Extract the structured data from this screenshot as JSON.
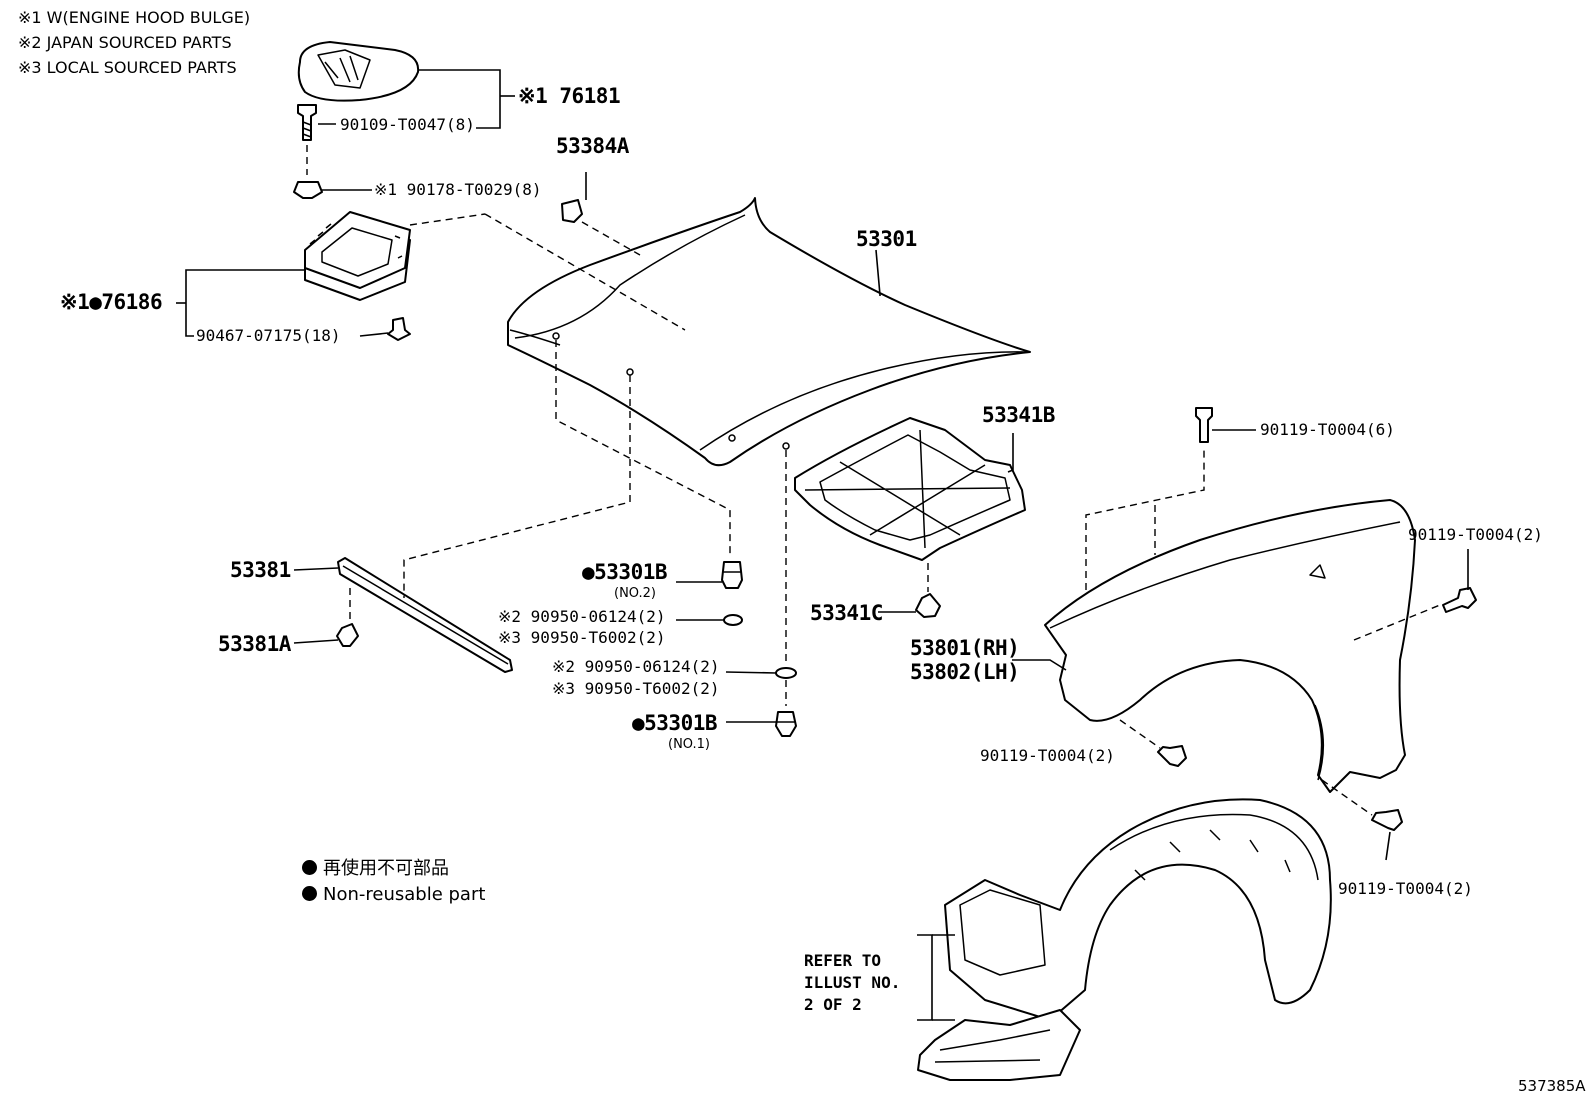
{
  "notes": [
    "※1 W(ENGINE HOOD BULGE)",
    "※2 JAPAN SOURCED PARTS",
    "※3 LOCAL SOURCED PARTS"
  ],
  "labels": {
    "p76181": "※1 76181",
    "p90109": "90109-T0047(8)",
    "p90178": "※1 90178-T0029(8)",
    "p53384A": "53384A",
    "p53301": "53301",
    "p76186": "※1●76186",
    "p90467": "90467-07175(18)",
    "p53341B": "53341B",
    "p90119_a": "90119-T0004(6)",
    "p90119_b": "90119-T0004(2)",
    "p53381": "53381",
    "p53381A": "53381A",
    "p53301B_no2": "●53301B",
    "no2": "(NO.2)",
    "p90950_j1": "※2 90950-06124(2)",
    "p90950_l1": "※3 90950-T6002(2)",
    "p90950_j2": "※2 90950-06124(2)",
    "p90950_l2": "※3 90950-T6002(2)",
    "p53301B_no1": "●53301B",
    "no1": "(NO.1)",
    "p53341C": "53341C",
    "p53801": "53801(RH)",
    "p53802": "53802(LH)",
    "p90119_c": "90119-T0004(2)",
    "p90119_d": "90119-T0004(2)"
  },
  "legend": {
    "jp": "再使用不可部品",
    "en": "Non-reusable part"
  },
  "refer": "REFER TO\nILLUST NO.\n2 OF 2",
  "code": "537385A"
}
